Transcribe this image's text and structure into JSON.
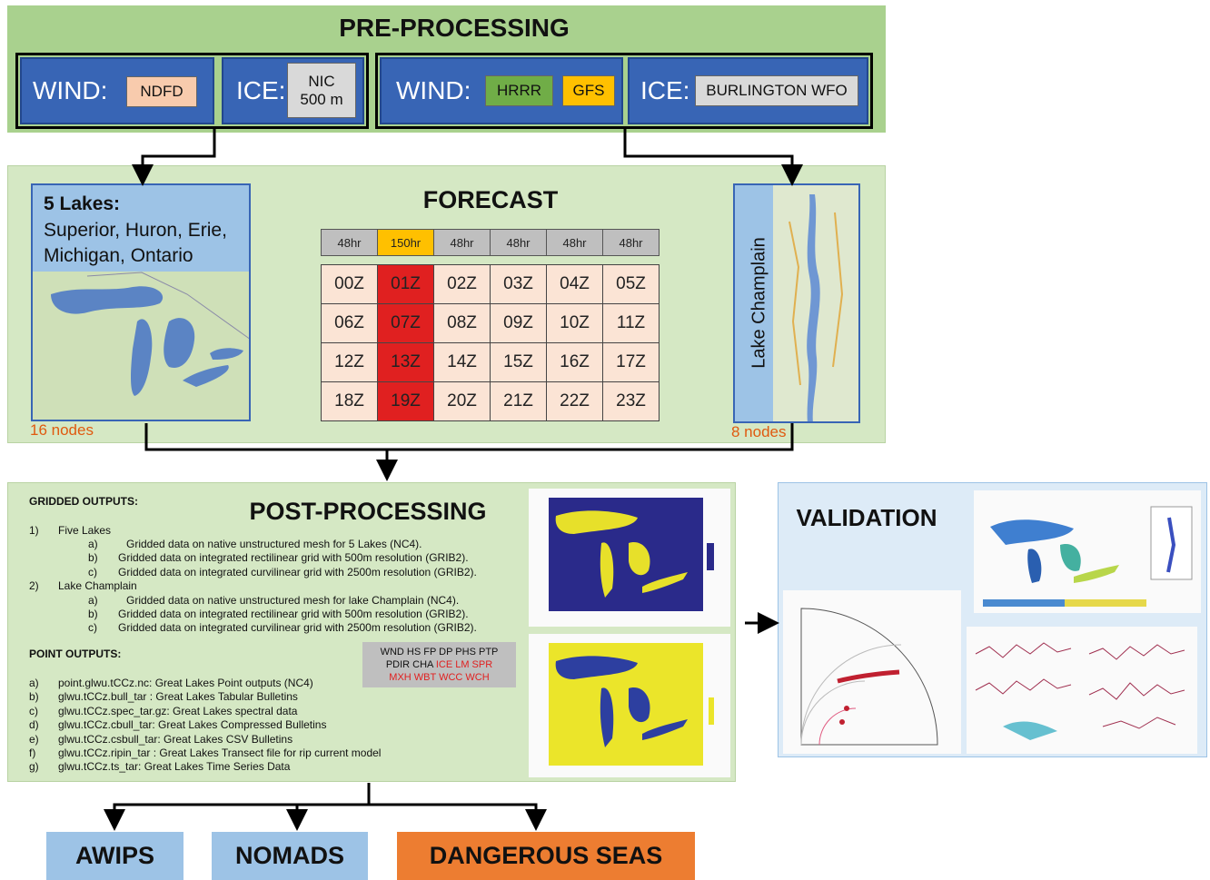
{
  "preprocessing": {
    "title": "PRE-PROCESSING",
    "left": {
      "wind_label": "WIND:",
      "wind_source": "NDFD",
      "ice_label": "ICE:",
      "ice_source_line1": "NIC",
      "ice_source_line2": "500 m"
    },
    "right": {
      "wind_label": "WIND:",
      "wind_source_1": "HRRR",
      "wind_source_2": "GFS",
      "ice_label": "ICE:",
      "ice_source": "BURLINGTON WFO"
    }
  },
  "forecast": {
    "title": "FORECAST",
    "five_lakes_heading": "5 Lakes:",
    "five_lakes_line1": "Superior, Huron, Erie,",
    "five_lakes_line2": "Michigan, Ontario",
    "five_lakes_nodes": "16 nodes",
    "champlain_label": "Lake Champlain",
    "champlain_nodes": "8 nodes",
    "headers": [
      "48hr",
      "150hr",
      "48hr",
      "48hr",
      "48hr",
      "48hr"
    ],
    "rows": [
      [
        "00Z",
        "01Z",
        "02Z",
        "03Z",
        "04Z",
        "05Z"
      ],
      [
        "06Z",
        "07Z",
        "08Z",
        "09Z",
        "10Z",
        "11Z"
      ],
      [
        "12Z",
        "13Z",
        "14Z",
        "15Z",
        "16Z",
        "17Z"
      ],
      [
        "18Z",
        "19Z",
        "20Z",
        "21Z",
        "22Z",
        "23Z"
      ]
    ],
    "colors": {
      "highlight_header": "#ffc000",
      "highlight_col": "#e02020",
      "cell": "#fbe4d5"
    }
  },
  "postprocessing": {
    "title": "POST-PROCESSING",
    "gridded_heading": "GRIDDED OUTPUTS:",
    "g1_num": "1)",
    "g1_label": "Five Lakes",
    "g1a_l": "a)",
    "g1a": "Gridded data on native unstructured mesh for 5 Lakes (NC4).",
    "g1b_l": "b)",
    "g1b": "Gridded data on integrated rectilinear grid with 500m resolution (GRIB2).",
    "g1c_l": "c)",
    "g1c": "Gridded data on integrated curvilinear grid with 2500m resolution (GRIB2).",
    "g2_num": "2)",
    "g2_label": "Lake Champlain",
    "g2a_l": "a)",
    "g2a": "Gridded data on native unstructured mesh for lake Champlain (NC4).",
    "g2b_l": "b)",
    "g2b": "Gridded data on integrated rectilinear grid with 500m resolution (GRIB2).",
    "g2c_l": "c)",
    "g2c": "Gridded data on integrated curvilinear grid with 2500m resolution (GRIB2).",
    "point_heading": "POINT OUTPUTS:",
    "points": [
      {
        "l": "a)",
        "t": "point.glwu.tCCz.nc: Great Lakes Point outputs (NC4)"
      },
      {
        "l": "b)",
        "t": "glwu.tCCz.bull_tar  : Great Lakes Tabular Bulletins"
      },
      {
        "l": "c)",
        "t": "glwu.tCCz.spec_tar.gz: Great Lakes spectral data"
      },
      {
        "l": "d)",
        "t": "glwu.tCCz.cbull_tar:  Great Lakes Compressed Bulletins"
      },
      {
        "l": "e)",
        "t": "glwu.tCCz.csbull_tar:  Great Lakes CSV Bulletins"
      },
      {
        "l": "f)",
        "t": "glwu.tCCz.ripin_tar :  Great Lakes Transect file for rip current model"
      },
      {
        "l": "g)",
        "t": "glwu.tCCz.ts_tar:  Great Lakes Time Series Data"
      }
    ],
    "vars_line1": "WND HS FP DP PHS PTP",
    "vars_line2_black": "PDIR CHA ",
    "vars_line2_red": "ICE LM SPR",
    "vars_line3_red": "MXH WBT WCC WCH",
    "colors": {
      "red_text": "#e02020"
    }
  },
  "validation": {
    "title": "VALIDATION"
  },
  "outputs": {
    "awips": "AWIPS",
    "nomads": "NOMADS",
    "dangerous_seas": "DANGEROUS SEAS"
  }
}
